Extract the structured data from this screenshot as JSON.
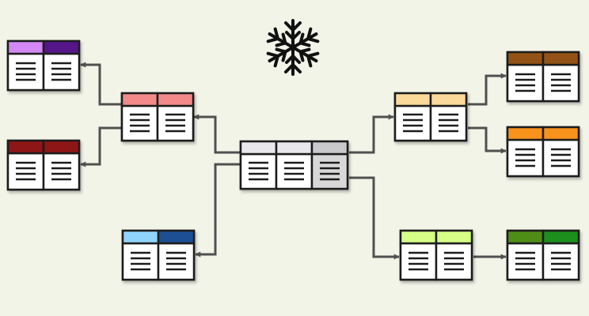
{
  "diagram": {
    "type": "snowflake-schema",
    "center_icon": "snowflake-icon",
    "line_color": "#505050",
    "border_color": "#1f1f1f",
    "body_color": "#ffffff",
    "tables": [
      {
        "id": "fact",
        "role": "fact-table",
        "columns": 3,
        "header_colors": [
          "#e7e7ec",
          "#e7e7ec",
          "#c9c9cc"
        ],
        "body_colors": [
          "#ffffff",
          "#ffffff",
          "#d8d8d8"
        ]
      },
      {
        "id": "dim-red",
        "role": "dimension",
        "columns": 2,
        "header_colors": [
          "#f28a8a",
          "#f28a8a"
        ]
      },
      {
        "id": "dim-purple",
        "role": "sub-dimension",
        "columns": 2,
        "header_colors": [
          "#d488f5",
          "#54168a"
        ]
      },
      {
        "id": "dim-darkred",
        "role": "sub-dimension",
        "columns": 2,
        "header_colors": [
          "#8f1414",
          "#8f1414"
        ]
      },
      {
        "id": "dim-blue",
        "role": "dimension",
        "columns": 2,
        "header_colors": [
          "#8fd3ff",
          "#1d4f93"
        ]
      },
      {
        "id": "dim-yellow",
        "role": "dimension",
        "columns": 2,
        "header_colors": [
          "#fbd99a",
          "#fbd99a"
        ]
      },
      {
        "id": "dim-brown",
        "role": "sub-dimension",
        "columns": 2,
        "header_colors": [
          "#935314",
          "#935314"
        ]
      },
      {
        "id": "dim-orange",
        "role": "sub-dimension",
        "columns": 2,
        "header_colors": [
          "#f7921e",
          "#f7921e"
        ]
      },
      {
        "id": "dim-lime",
        "role": "dimension",
        "columns": 2,
        "header_colors": [
          "#d6ff86",
          "#d6ff86"
        ]
      },
      {
        "id": "dim-green",
        "role": "sub-dimension",
        "columns": 2,
        "header_colors": [
          "#4f8e16",
          "#1b8f1b"
        ]
      }
    ],
    "connections": [
      {
        "from": "fact",
        "to": "dim-red"
      },
      {
        "from": "dim-red",
        "to": "dim-purple"
      },
      {
        "from": "dim-red",
        "to": "dim-darkred"
      },
      {
        "from": "fact",
        "to": "dim-blue"
      },
      {
        "from": "fact",
        "to": "dim-yellow"
      },
      {
        "from": "dim-yellow",
        "to": "dim-brown"
      },
      {
        "from": "dim-yellow",
        "to": "dim-orange"
      },
      {
        "from": "fact",
        "to": "dim-lime"
      },
      {
        "from": "dim-lime",
        "to": "dim-green"
      }
    ]
  }
}
